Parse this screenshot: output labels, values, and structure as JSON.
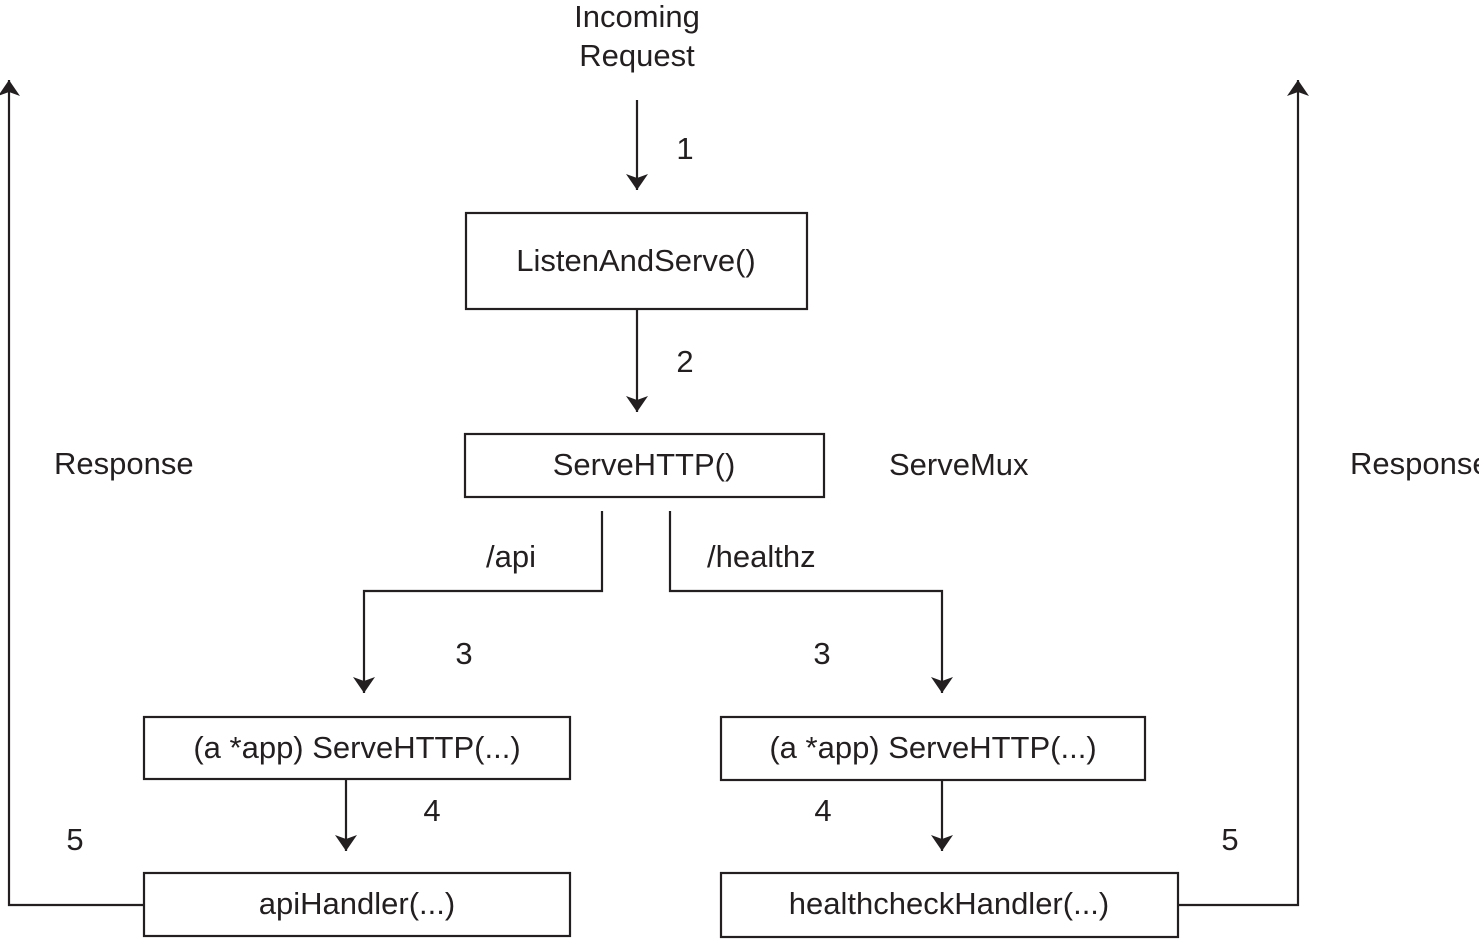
{
  "diagram": {
    "incoming_line1": "Incoming",
    "incoming_line2": "Request",
    "nodes": {
      "listen": "ListenAndServe()",
      "servehttp": "ServeHTTP()",
      "app_left": "(a *app) ServeHTTP(...)",
      "app_right": "(a *app) ServeHTTP(...)",
      "api_handler": "apiHandler(...)",
      "health_handler": "healthcheckHandler(...)"
    },
    "labels": {
      "servemux": "ServeMux",
      "response_left": "Response",
      "response_right": "Response",
      "route_api": "/api",
      "route_healthz": "/healthz"
    },
    "steps": {
      "s1": "1",
      "s2": "2",
      "s3_left": "3",
      "s3_right": "3",
      "s4_left": "4",
      "s4_right": "4",
      "s5_left": "5",
      "s5_right": "5"
    },
    "colors": {
      "ink": "#231f20",
      "background": "#ffffff"
    }
  }
}
